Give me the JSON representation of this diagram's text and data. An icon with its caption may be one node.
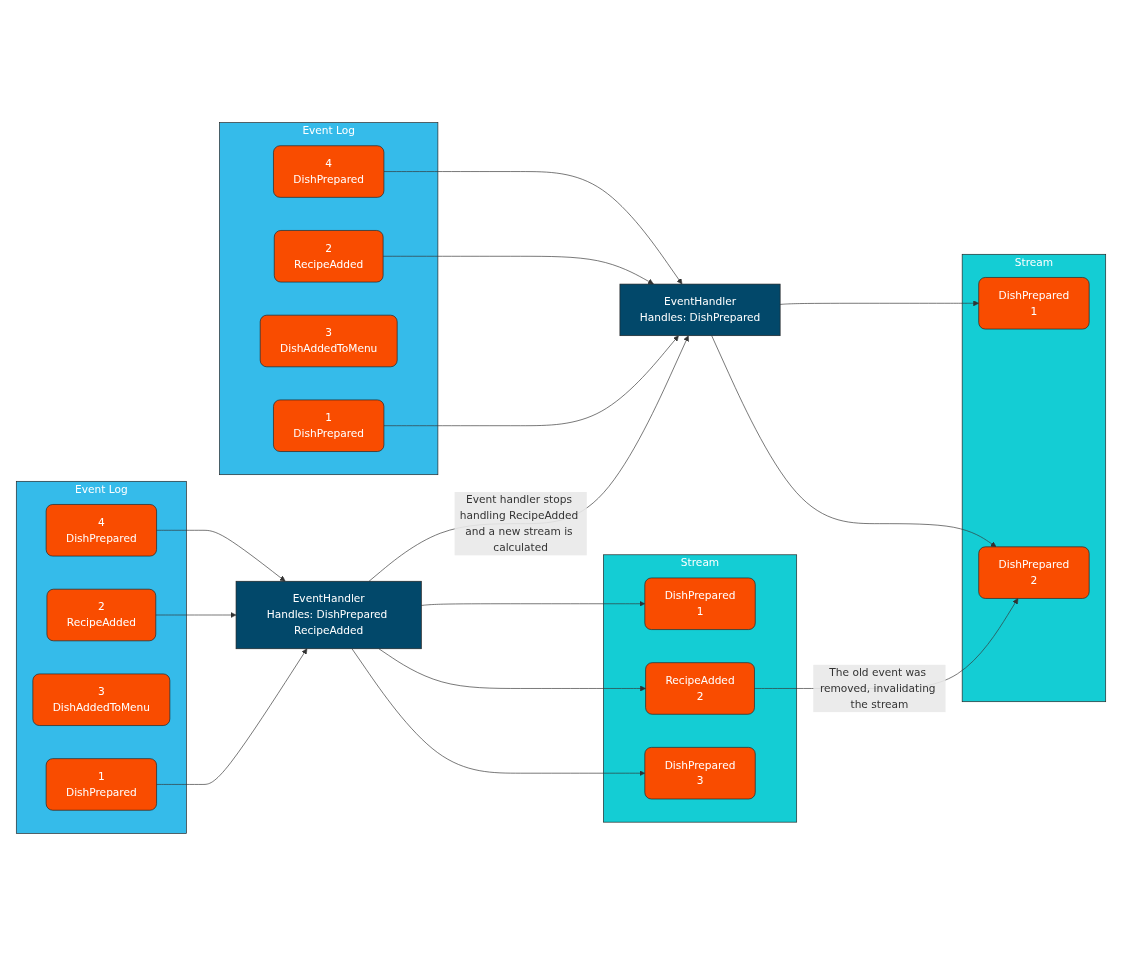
{
  "diagram": {
    "nodes": [
      {
        "text": [
          "Event Log"
        ]
      },
      {
        "text": [
          "1",
          "DishPrepared"
        ],
        "in": 0
      },
      {
        "text": [
          "2",
          "RecipeAdded"
        ],
        "in": 0
      },
      {
        "text": [
          "3",
          "DishAddedToMenu"
        ],
        "in": 0
      },
      {
        "text": [
          "4",
          "DishPrepared"
        ],
        "in": 0
      },
      {
        "text": [
          "EventHandler",
          "Handles: DishPrepared RecipeAdded"
        ]
      },
      {
        "text": [
          "Stream"
        ]
      },
      {
        "text": [
          "DishPrepared",
          "1"
        ],
        "in": 6
      },
      {
        "text": [
          "RecipeAdded",
          "2"
        ],
        "in": 6
      },
      {
        "text": [
          "DishPrepared",
          "3"
        ],
        "in": 6
      },
      {
        "text": [
          "Event Log"
        ]
      },
      {
        "text": [
          "1",
          "DishPrepared"
        ],
        "in": 10
      },
      {
        "text": [
          "2",
          "RecipeAdded"
        ],
        "in": 10
      },
      {
        "text": [
          "3",
          "DishAddedToMenu"
        ],
        "in": 10
      },
      {
        "text": [
          "4",
          "DishPrepared"
        ],
        "in": 10
      },
      {
        "text": [
          "EventHandler",
          "Handles: DishPrepared"
        ]
      },
      {
        "text": [
          "Stream"
        ]
      },
      {
        "text": [
          "DishPrepared",
          "1"
        ],
        "in": 16
      },
      {
        "text": [
          "DishPrepared",
          "2"
        ],
        "in": 16
      }
    ],
    "edges": [
      {
        "from": 1,
        "to": 5,
        "arrow": "to"
      },
      {
        "from": 2,
        "to": 5,
        "arrow": "to"
      },
      {
        "from": 4,
        "to": 5,
        "arrow": "to"
      },
      {
        "from": 5,
        "to": 7,
        "arrow": "to"
      },
      {
        "from": 5,
        "to": 8,
        "arrow": "to"
      },
      {
        "from": 5,
        "to": 9,
        "arrow": "to"
      },
      {
        "from": 5,
        "to": 15,
        "arrow": "to",
        "label": "Event handler stops handling RecipeAdded and a new stream is calculated"
      },
      {
        "from": 8,
        "to": 18,
        "arrow": "to",
        "label": "The old event was removed, invalidating the stream"
      },
      {
        "from": 11,
        "to": 15,
        "arrow": "to"
      },
      {
        "from": 12,
        "to": 15,
        "arrow": "to"
      },
      {
        "from": 14,
        "to": 15,
        "arrow": "to"
      },
      {
        "from": 15,
        "to": 17,
        "arrow": "to"
      },
      {
        "from": 15,
        "to": 18,
        "arrow": "to"
      }
    ]
  }
}
